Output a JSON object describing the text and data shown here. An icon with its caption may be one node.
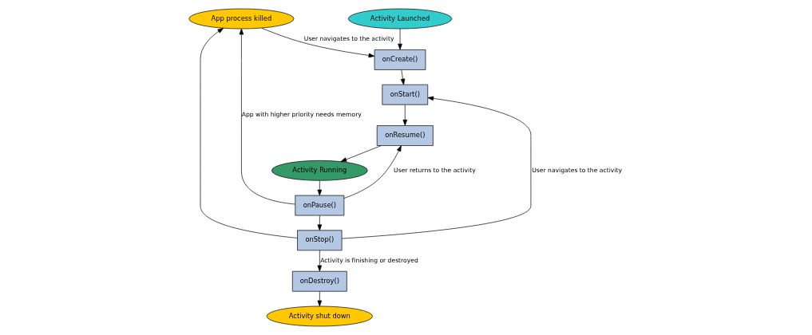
{
  "diagram": {
    "nodes": [
      {
        "text": [
          "App process killed"
        ]
      },
      {
        "text": [
          "Activity Running"
        ]
      },
      {
        "text": [
          "onResume()"
        ]
      },
      {
        "text": [
          "onPause()"
        ]
      },
      {
        "text": [
          "onStart()"
        ]
      },
      {
        "text": [
          "onStop()"
        ]
      },
      {
        "text": [
          "onCreate()"
        ]
      },
      {
        "text": [
          "onDestroy()"
        ]
      },
      {
        "text": [
          "Activity Launched"
        ]
      },
      {
        "text": [
          "Activity shut down"
        ]
      }
    ],
    "edges": [
      {
        "from": 8,
        "to": 6,
        "arrow": "to"
      },
      {
        "from": 6,
        "to": 4,
        "arrow": "to"
      },
      {
        "from": 4,
        "to": 2,
        "arrow": "to"
      },
      {
        "from": 2,
        "to": 1,
        "arrow": "to"
      },
      {
        "from": 1,
        "to": 3,
        "arrow": "to"
      },
      {
        "from": 3,
        "to": 2,
        "arrow": "to",
        "label": "User returns to the activity"
      },
      {
        "from": 3,
        "to": 5,
        "arrow": "to"
      },
      {
        "from": 5,
        "to": 4,
        "arrow": "to",
        "label": "User navigates to the activity"
      },
      {
        "from": 5,
        "to": 7,
        "arrow": "to",
        "label": "Activity is finishing or destroyed"
      },
      {
        "from": 7,
        "to": 9,
        "arrow": "to"
      },
      {
        "from": 3,
        "to": 0,
        "arrow": "to",
        "label": "App with higher priority needs memory"
      },
      {
        "from": 5,
        "to": 0,
        "arrow": "to"
      },
      {
        "from": 0,
        "to": 6,
        "arrow": "to",
        "label": "User navigates to the activity"
      }
    ]
  }
}
